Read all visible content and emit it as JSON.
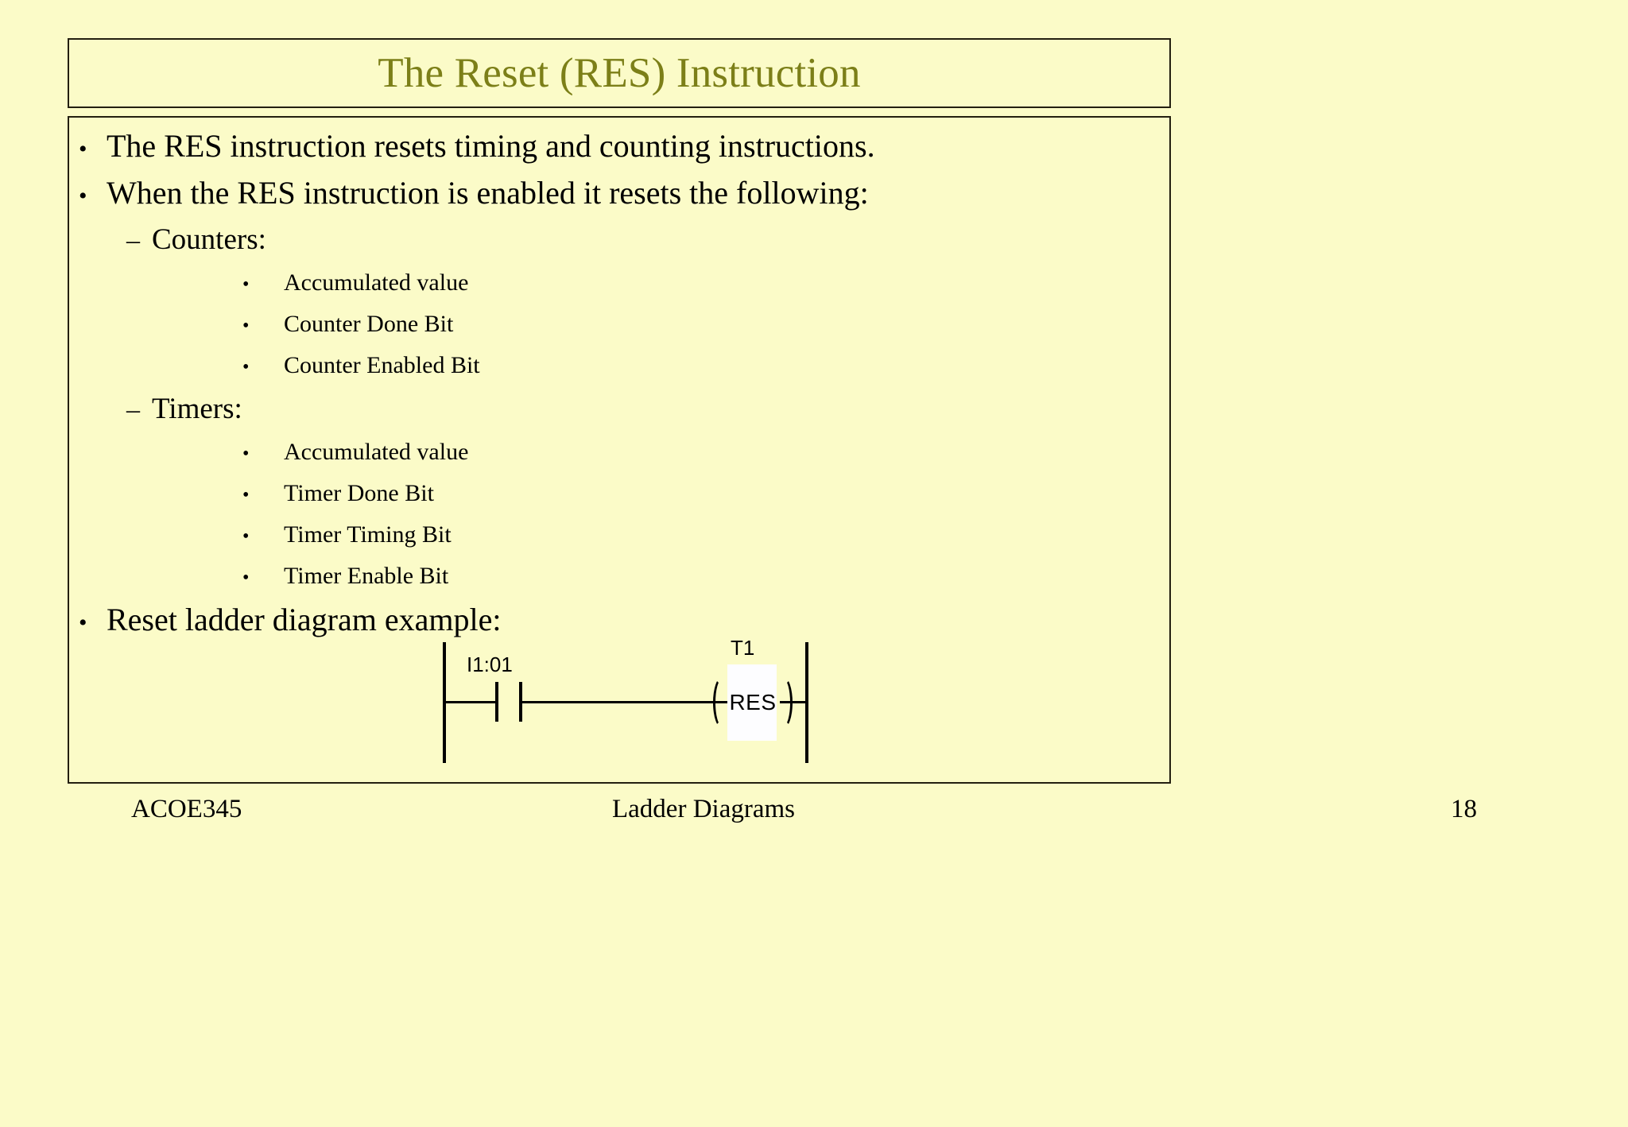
{
  "slide": {
    "background_color": "#fbfbc8",
    "title": "The Reset (RES) Instruction",
    "title_color": "#7c7f18",
    "border_color": "#231f10"
  },
  "content": {
    "bullets": [
      {
        "level": 1,
        "marker": "•",
        "text": "The RES instruction resets timing and counting instructions."
      },
      {
        "level": 1,
        "marker": "•",
        "text": "When the RES instruction is enabled it resets the following:"
      },
      {
        "level": 2,
        "marker": "–",
        "text": "Counters:"
      },
      {
        "level": 3,
        "marker": "•",
        "text": "Accumulated value"
      },
      {
        "level": 3,
        "marker": "•",
        "text": "Counter Done Bit"
      },
      {
        "level": 3,
        "marker": "•",
        "text": "Counter Enabled Bit"
      },
      {
        "level": 2,
        "marker": "–",
        "text": "Timers:"
      },
      {
        "level": 3,
        "marker": "•",
        "text": "Accumulated value"
      },
      {
        "level": 3,
        "marker": "•",
        "text": "Timer Done Bit"
      },
      {
        "level": 3,
        "marker": "•",
        "text": "Timer Timing Bit"
      },
      {
        "level": 3,
        "marker": "•",
        "text": "Timer Enable Bit"
      },
      {
        "level": 1,
        "marker": "•",
        "text": "Reset ladder diagram example:"
      }
    ]
  },
  "ladder_diagram": {
    "contact": {
      "label": "I1:01",
      "type": "normally-open-contact"
    },
    "coil": {
      "label": "T1",
      "text": "RES",
      "type": "reset-coil",
      "box_color": "#fdfdff"
    },
    "rails": {
      "left": "power-rail-left",
      "right": "power-rail-right"
    }
  },
  "footer": {
    "course_code": "ACOE345",
    "topic": "Ladder Diagrams",
    "page_number": "18"
  }
}
